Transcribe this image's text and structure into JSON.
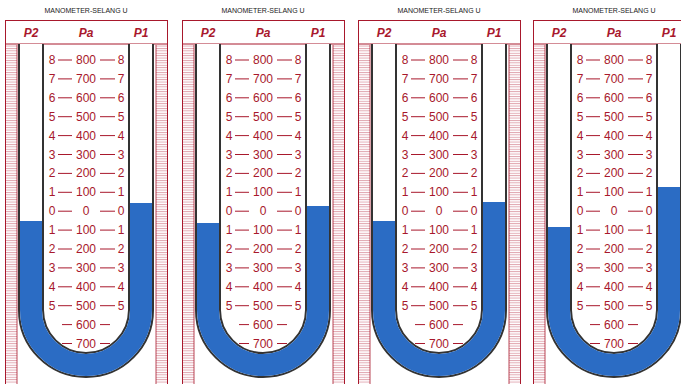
{
  "diagram": {
    "labels": [
      "MANOMETER-SELANG U",
      "P2",
      "Pa",
      "P1",
      "8",
      "800",
      "8",
      "7",
      "700",
      "7",
      "6",
      "600",
      "6",
      "5",
      "500",
      "5",
      "4",
      "400",
      "4",
      "3",
      "300",
      "3",
      "2",
      "200",
      "2",
      "1",
      "100",
      "1",
      "0",
      "0",
      "0",
      "1",
      "100",
      "1",
      "2",
      "200",
      "2",
      "3",
      "300",
      "3",
      "4",
      "400",
      "4",
      "5",
      "500",
      "5",
      "600",
      "700",
      "MANOMETER-SELANG U",
      "P2",
      "Pa",
      "P1",
      "8",
      "800",
      "8",
      "7",
      "700",
      "7",
      "6",
      "600",
      "6",
      "5",
      "500",
      "5",
      "4",
      "400",
      "4",
      "3",
      "300",
      "3",
      "2",
      "200",
      "2",
      "1",
      "100",
      "1",
      "0",
      "0",
      "0",
      "1",
      "100",
      "1",
      "2",
      "200",
      "2",
      "3",
      "300",
      "3",
      "4",
      "400",
      "4",
      "5",
      "500",
      "5",
      "600",
      "700",
      "MANOMETER-SELANG U",
      "P2",
      "Pa",
      "P1",
      "8",
      "800",
      "8",
      "7",
      "700",
      "7",
      "6",
      "600",
      "6",
      "5",
      "500",
      "5",
      "4",
      "400",
      "4",
      "3",
      "300",
      "3",
      "2",
      "200",
      "2",
      "1",
      "100",
      "1",
      "0",
      "0",
      "0",
      "1",
      "100",
      "1",
      "2",
      "200",
      "2",
      "3",
      "300",
      "3",
      "4",
      "400",
      "4",
      "5",
      "500",
      "5",
      "600",
      "700",
      "MANOMETER-SELANG U",
      "P2",
      "Pa",
      "P1",
      "8",
      "800",
      "8",
      "7",
      "700",
      "7",
      "6",
      "600",
      "6",
      "5",
      "500",
      "5",
      "4",
      "400",
      "4",
      "3",
      "300",
      "3",
      "2",
      "200",
      "2",
      "1",
      "100",
      "1",
      "0",
      "0",
      "0",
      "1",
      "100",
      "1",
      "2",
      "200",
      "2",
      "3",
      "300",
      "3",
      "4",
      "400",
      "4",
      "5",
      "500",
      "5",
      "600",
      "700"
    ]
  }
}
